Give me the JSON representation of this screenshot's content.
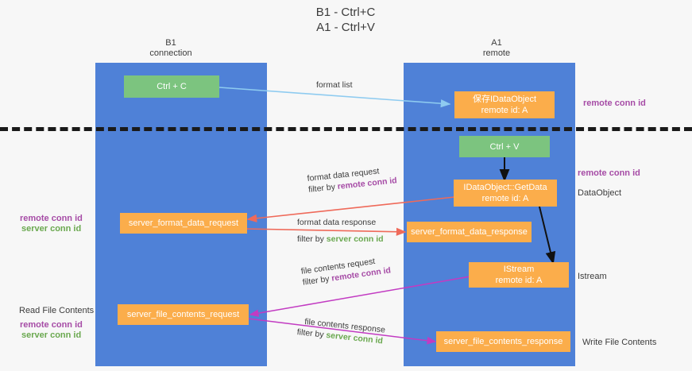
{
  "title": "B1 - Ctrl+C\nA1 - Ctrl+V",
  "lanes": [
    {
      "id": "b1",
      "name": "B1",
      "role": "connection"
    },
    {
      "id": "a1",
      "name": "A1",
      "role": "remote"
    }
  ],
  "nodes": {
    "ctrl_c": {
      "label": "Ctrl + C",
      "sub": ""
    },
    "save_idataobject": {
      "label": "保存IDataObject",
      "sub": "remote id: A"
    },
    "ctrl_v": {
      "label": "Ctrl + V",
      "sub": ""
    },
    "getdata": {
      "label": "IDataObject::GetData",
      "sub": "remote id: A"
    },
    "server_format_data_request": {
      "label": "server_format_data_request",
      "sub": ""
    },
    "server_format_data_response": {
      "label": "server_format_data_response",
      "sub": ""
    },
    "istream": {
      "label": "IStream",
      "sub": "remote id: A"
    },
    "server_file_contents_request": {
      "label": "server_file_contents_request",
      "sub": ""
    },
    "server_file_contents_response": {
      "label": "server_file_contents_response",
      "sub": ""
    }
  },
  "edge_labels": {
    "format_list": "format list",
    "format_data_request": "format data request",
    "format_data_request_filter_prefix": "filter by ",
    "format_data_request_filter_key": "remote conn id",
    "format_data_response": "format data response",
    "format_data_response_filter_prefix": "filter by ",
    "format_data_response_filter_key": "server conn id",
    "file_contents_request": "file contents request",
    "file_contents_request_filter_prefix": "filter by ",
    "file_contents_request_filter_key": "remote conn id",
    "file_contents_response": "file contents response",
    "file_contents_response_filter_prefix": "filter by ",
    "file_contents_response_filter_key": "server conn id"
  },
  "side_labels": {
    "right_remote_conn_top": "remote conn id",
    "right_remote_conn_mid": "remote conn id",
    "right_dataobject": "DataObject",
    "right_istream": "Istream",
    "right_write_file_contents": "Write File Contents",
    "left_remote_conn_id": "remote conn id",
    "left_server_conn_id": "server conn id",
    "left_read_file_contents": "Read File Contents",
    "left_remote_conn_id2": "remote conn id",
    "left_server_conn_id2": "server conn id"
  },
  "colors": {
    "lane": "#4f81d7",
    "node_orange": "#fbad4b",
    "node_green": "#7cc47f",
    "remote_key": "#a64ca6",
    "server_key": "#6aa84f",
    "arrow_blue": "#8ecbf0",
    "arrow_red": "#ef6a5a",
    "arrow_magenta": "#c23bc2",
    "arrow_black": "#111111",
    "divider": "#1a1a1a",
    "background": "#f7f7f7"
  }
}
